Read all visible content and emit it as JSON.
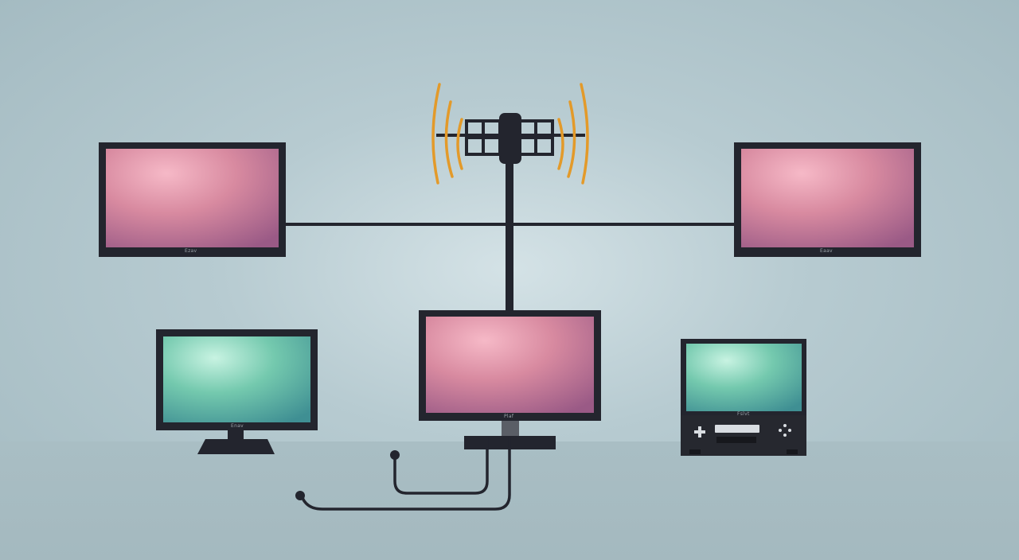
{
  "devices": [
    {
      "id": "tv-top-left",
      "brand_label": "Ezav"
    },
    {
      "id": "tv-top-right",
      "brand_label": "Eaav"
    },
    {
      "id": "monitor-bottom-left",
      "brand_label": "Enav"
    },
    {
      "id": "tv-center",
      "brand_label": "Plaf"
    },
    {
      "id": "receiver-bottom-right",
      "brand_label": "Fslvt"
    }
  ],
  "colors": {
    "background": "#b7cbd1",
    "frame": "#23252e",
    "screen_pink": "#d98aa0",
    "screen_teal": "#6fc2a8",
    "signal_waves": "#e39a2a",
    "cable": "#23252e"
  },
  "icons": [
    "antenna-icon",
    "signal-waves-icon",
    "cable-plug-icon",
    "dpad-icon"
  ]
}
